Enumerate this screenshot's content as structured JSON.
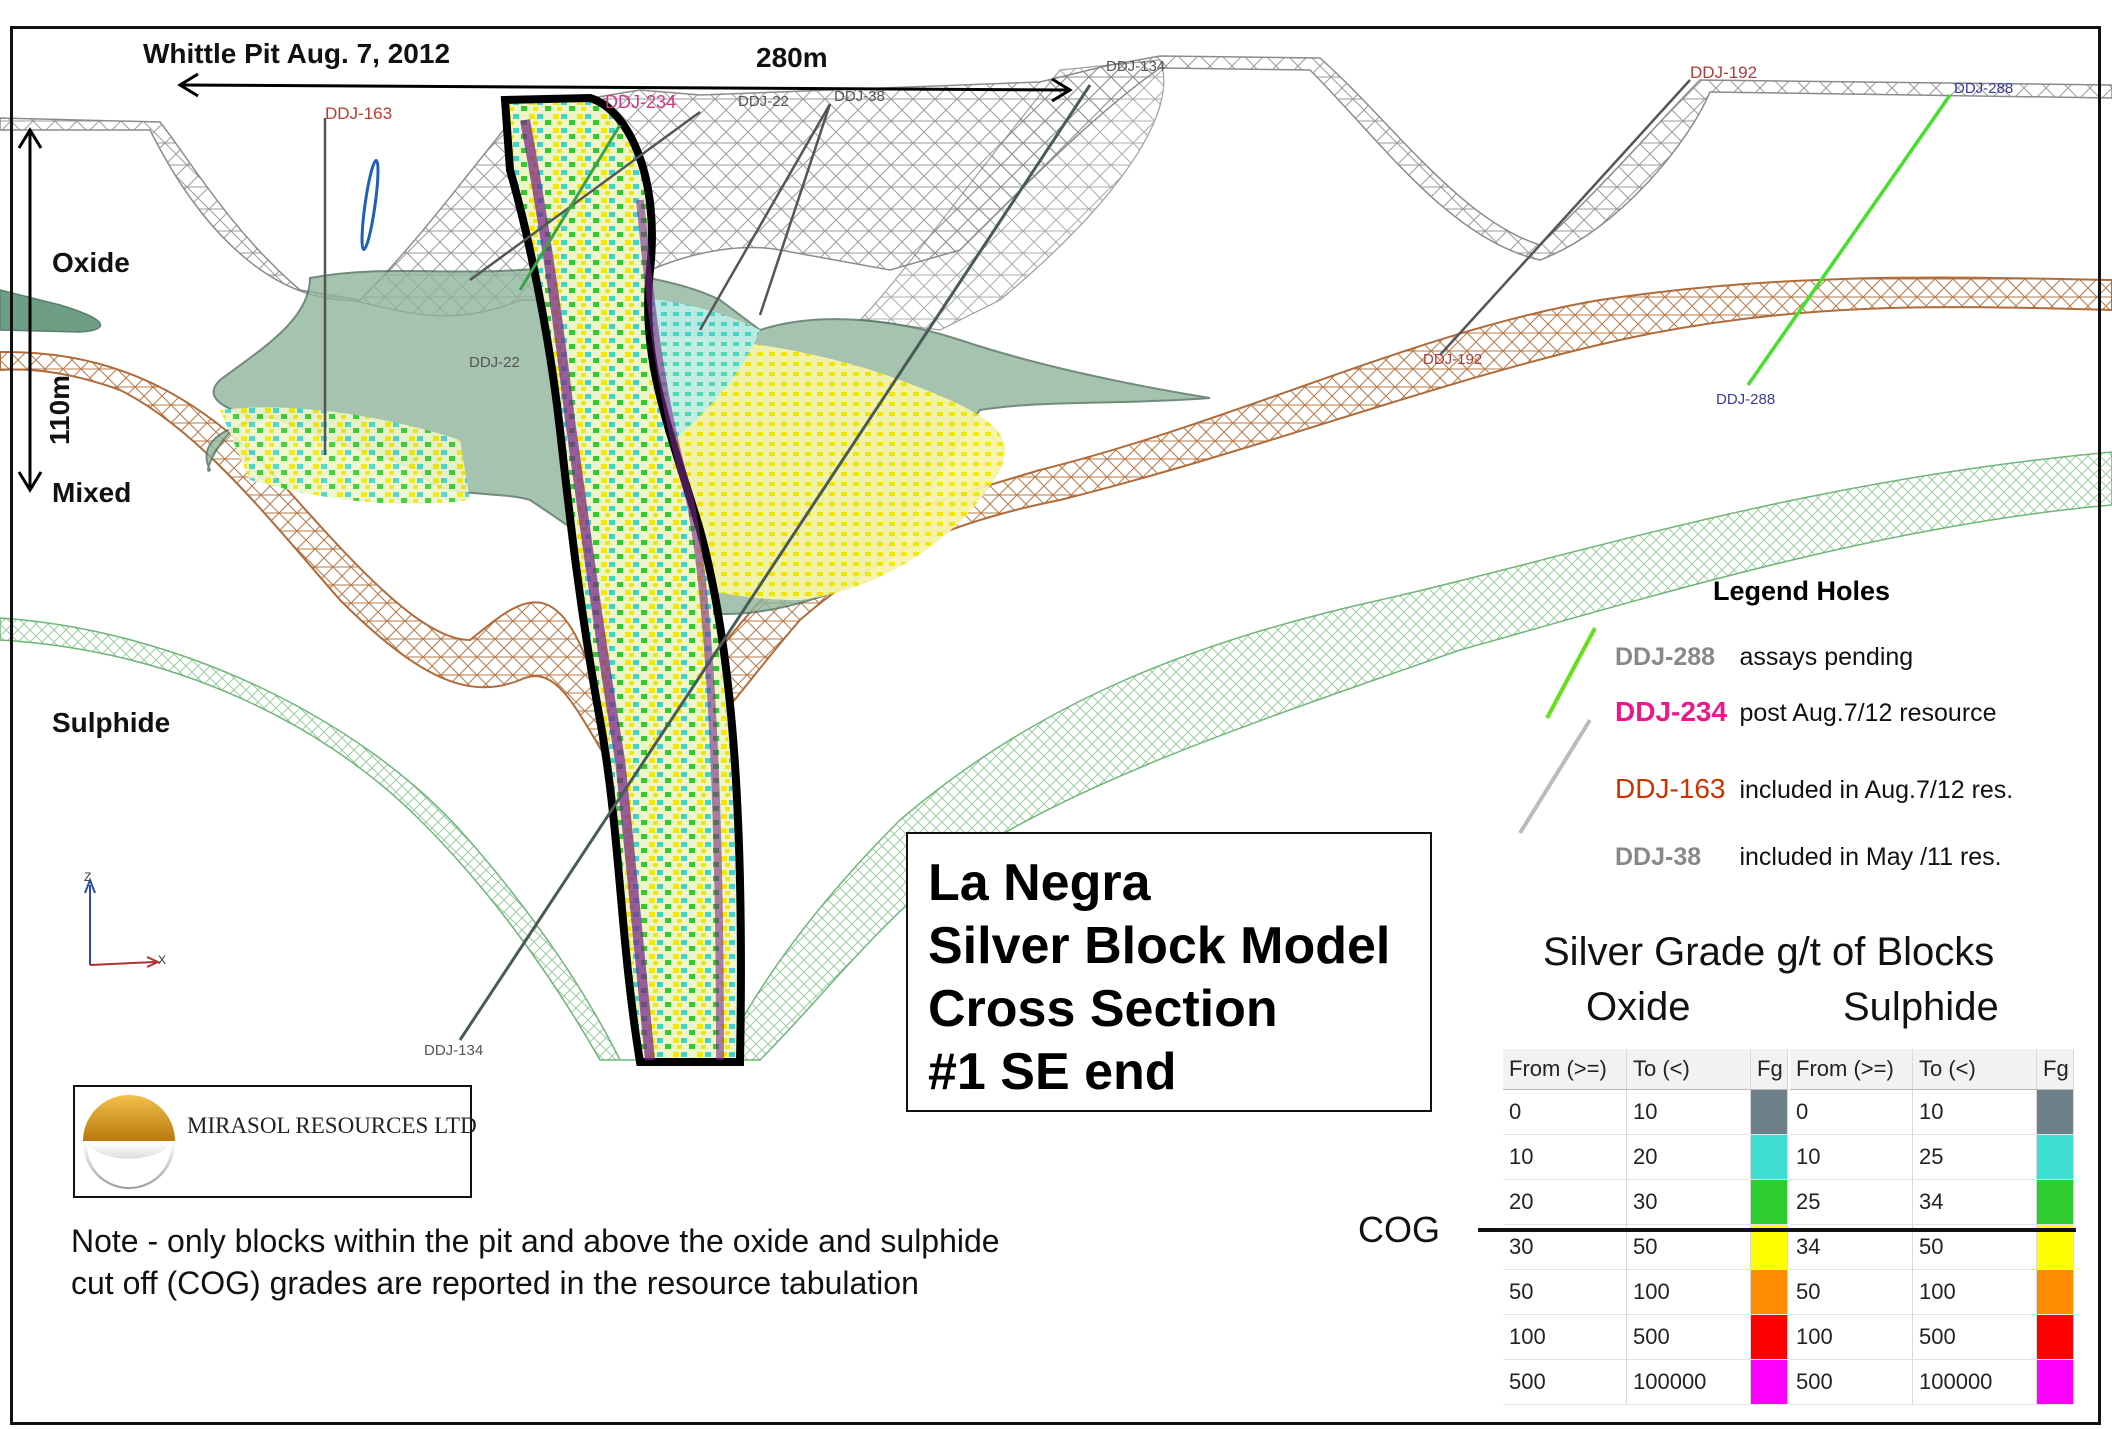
{
  "header": {
    "pit_label": "Whittle Pit  Aug. 7, 2012",
    "width_label": "280m",
    "depth_label": "110m"
  },
  "zones": {
    "oxide": "Oxide",
    "mixed": "Mixed",
    "sulphide": "Sulphide"
  },
  "hole_labels": [
    {
      "text": "DDJ-163",
      "color": "#c0392b"
    },
    {
      "text": "DDJ-234",
      "color": "#d63384"
    },
    {
      "text": "DDJ-22",
      "color": "#555555"
    },
    {
      "text": "DDJ-38",
      "color": "#555555"
    },
    {
      "text": "DDJ-134",
      "color": "#555555"
    },
    {
      "text": "DDJ-192",
      "color": "#b03a3a"
    },
    {
      "text": "DDJ-288",
      "color": "#3b3b9a"
    },
    {
      "text": "DDJ-192",
      "color": "#b03a3a"
    },
    {
      "text": "DDJ-288",
      "color": "#3b3b9a"
    },
    {
      "text": "DDJ-134",
      "color": "#555555"
    },
    {
      "text": "DDJ-22",
      "color": "#555555"
    }
  ],
  "axes_triad": {
    "z": "Z",
    "x": "X"
  },
  "title": {
    "line1": "La Negra",
    "line2": "Silver Block Model",
    "line3": "Cross Section",
    "line4": "#1 SE end"
  },
  "logo": {
    "company": "MIRASOL RESOURCES LTD"
  },
  "note": {
    "line1": "Note - only blocks within the pit and above the oxide and sulphide",
    "line2": "cut off (COG) grades are reported in the resource tabulation"
  },
  "legend": {
    "title": "Legend Holes",
    "items": [
      {
        "code": "DDJ-288",
        "desc": "assays pending",
        "code_color": "#888888",
        "line_color": "#66e01a"
      },
      {
        "code": "DDJ-234",
        "desc": "post Aug.7/12 resource",
        "code_color": "#e8198c",
        "line_color": ""
      },
      {
        "code": "DDJ-163",
        "desc": "included in Aug.7/12 res.",
        "code_color": "#cc3300",
        "line_color": "#bbbbbb"
      },
      {
        "code": "DDJ-38",
        "desc": "included in May /11 res.",
        "code_color": "#888888",
        "line_color": ""
      }
    ]
  },
  "grade_legend": {
    "title": "Silver Grade g/t of Blocks",
    "oxide_label": "Oxide",
    "sulphide_label": "Sulphide",
    "headers": [
      "From (>=)",
      "To (<)",
      "Fg"
    ],
    "oxide_rows": [
      {
        "from": "0",
        "to": "10",
        "color": "#6e8089"
      },
      {
        "from": "10",
        "to": "20",
        "color": "#3fded0"
      },
      {
        "from": "20",
        "to": "30",
        "color": "#2fcc2f"
      },
      {
        "from": "30",
        "to": "50",
        "color": "#ffff00"
      },
      {
        "from": "50",
        "to": "100",
        "color": "#ff8c00"
      },
      {
        "from": "100",
        "to": "500",
        "color": "#ff0000"
      },
      {
        "from": "500",
        "to": "100000",
        "color": "#ff00ff"
      }
    ],
    "sulphide_rows": [
      {
        "from": "0",
        "to": "10",
        "color": "#6e8089"
      },
      {
        "from": "10",
        "to": "25",
        "color": "#3fded0"
      },
      {
        "from": "25",
        "to": "34",
        "color": "#2fcc2f"
      },
      {
        "from": "34",
        "to": "50",
        "color": "#ffff00"
      },
      {
        "from": "50",
        "to": "100",
        "color": "#ff8c00"
      },
      {
        "from": "100",
        "to": "500",
        "color": "#ff0000"
      },
      {
        "from": "500",
        "to": "100000",
        "color": "#ff00ff"
      }
    ],
    "cog_label": "COG"
  }
}
